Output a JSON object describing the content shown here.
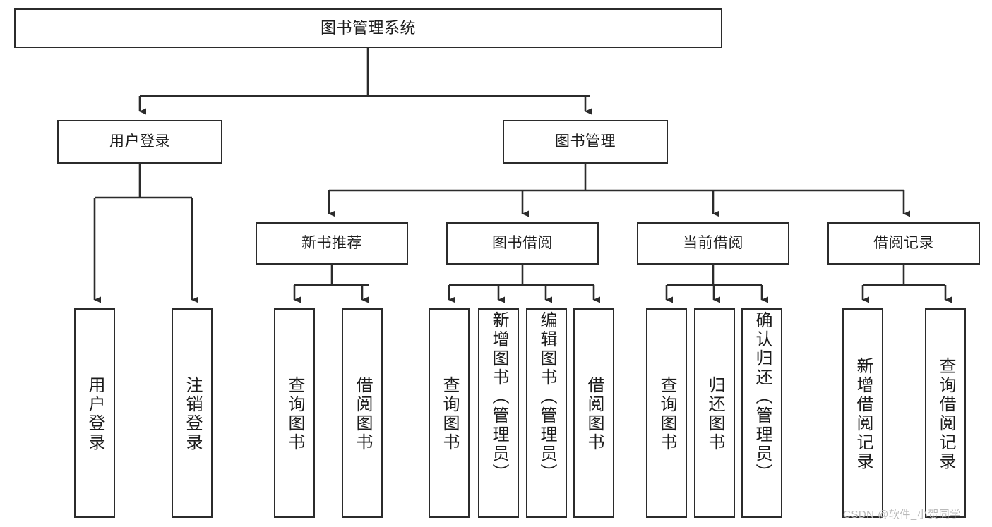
{
  "diagram": {
    "type": "tree",
    "title": "图书管理系统",
    "watermark": "CSDN @软件_小贺同学",
    "colors": {
      "box_border": "#2b2b2b",
      "box_fill": "#ffffff",
      "connector": "#2b2b2b",
      "text": "#1c1c1c",
      "watermark": "#b9b9b9"
    },
    "nodes": {
      "root": {
        "label": "图书管理系统"
      },
      "level2": [
        {
          "label": "用户登录"
        },
        {
          "label": "图书管理"
        }
      ],
      "level3": [
        {
          "label": "新书推荐"
        },
        {
          "label": "图书借阅"
        },
        {
          "label": "当前借阅"
        },
        {
          "label": "借阅记录"
        }
      ],
      "leaves": {
        "user_login": [
          {
            "label": "用户登录"
          },
          {
            "label": "注销登录"
          }
        ],
        "new_book": [
          {
            "label": "查询图书"
          },
          {
            "label": "借阅图书"
          }
        ],
        "book_borrow": [
          {
            "label": "查询图书"
          },
          {
            "label": "新增图书（管理员）"
          },
          {
            "label": "编辑图书（管理员）"
          },
          {
            "label": "借阅图书"
          }
        ],
        "current_borrow": [
          {
            "label": "查询图书"
          },
          {
            "label": "归还图书"
          },
          {
            "label": "确认归还（管理员）"
          }
        ],
        "borrow_record": [
          {
            "label": "新增借阅记录"
          },
          {
            "label": "查询借阅记录"
          }
        ]
      }
    }
  }
}
